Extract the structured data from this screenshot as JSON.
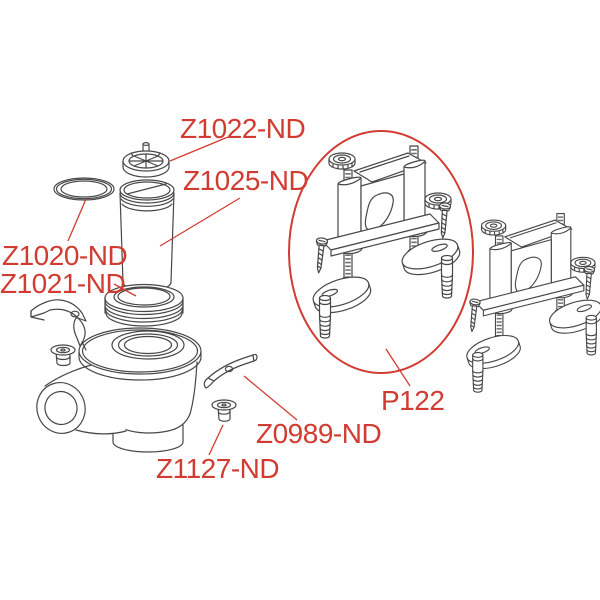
{
  "colors": {
    "label": "#d23b31",
    "line": "#474747",
    "thread": "#6f6f6f",
    "background": "#ffffff"
  },
  "labels": {
    "z1022": "Z1022-ND",
    "z1025": "Z1025-ND",
    "z1020": "Z1020-ND",
    "z1021": "Z1021-ND",
    "z0989": "Z0989-ND",
    "z1127": "Z1127-ND",
    "p122": "P122"
  }
}
